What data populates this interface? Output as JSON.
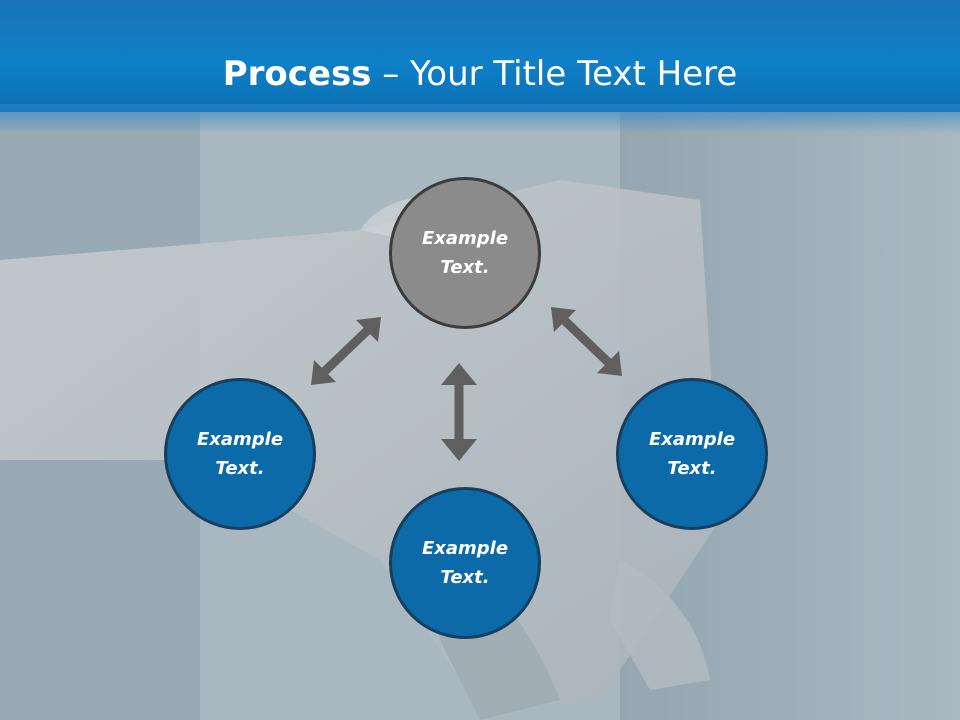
{
  "title": {
    "bold": "Process",
    "rest": " – Your Title Text Here"
  },
  "nodes": {
    "top": "Example\nText.",
    "left": "Example\nText.",
    "right": "Example\nText.",
    "bottom": "Example\nText."
  },
  "colors": {
    "header": "#0f80c8",
    "node_gray": "#8b8b8b",
    "node_blue": "#0d6aa8",
    "arrow": "#5f5f5f"
  },
  "icons": {
    "arrows": "double-headed-arrow"
  }
}
